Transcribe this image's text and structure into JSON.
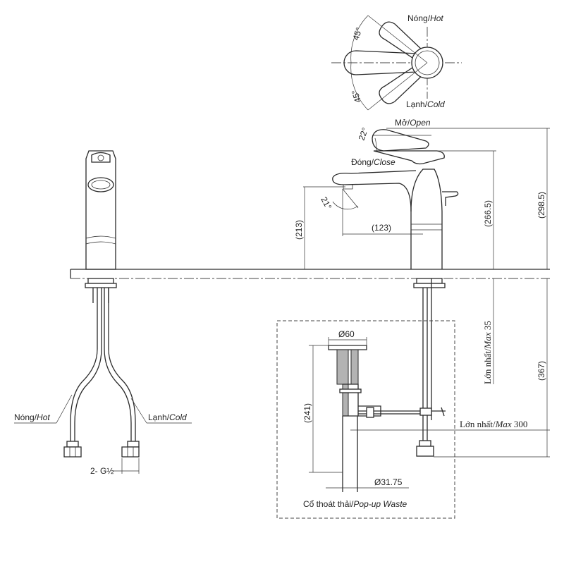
{
  "labels": {
    "hot_vi": "Nóng/",
    "hot_en": "Hot",
    "cold_vi": "Lạnh/",
    "cold_en": "Cold",
    "open_vi": "Mở/",
    "open_en": "Open",
    "close_vi": "Đóng/",
    "close_en": "Close",
    "angle_45_top": "45°",
    "angle_45_bottom": "45°",
    "angle_22": "22°",
    "angle_21": "21°",
    "dim_213": "(213)",
    "dim_123": "(123)",
    "dim_266_5": "(266.5)",
    "dim_298_5": "(298.5)",
    "dim_367": "(367)",
    "dim_241": "(241)",
    "max35_vi": "Lớn nhất/",
    "max35_en": "Max",
    "max35_value": " 35",
    "max300_vi": "Lớn nhất/",
    "max300_en": "Max",
    "max300_value": " 300",
    "dia_60": "Ø60",
    "dia_31_75": "Ø31.75",
    "pipe_thread": "2- G½",
    "hot_left_vi": "Nóng/",
    "hot_left_en": "Hot",
    "cold_left_vi": "Lạnh/",
    "cold_left_en": "Cold",
    "waste_vi": "Cổ thoát thải/",
    "waste_en": "Pop-up Waste"
  }
}
